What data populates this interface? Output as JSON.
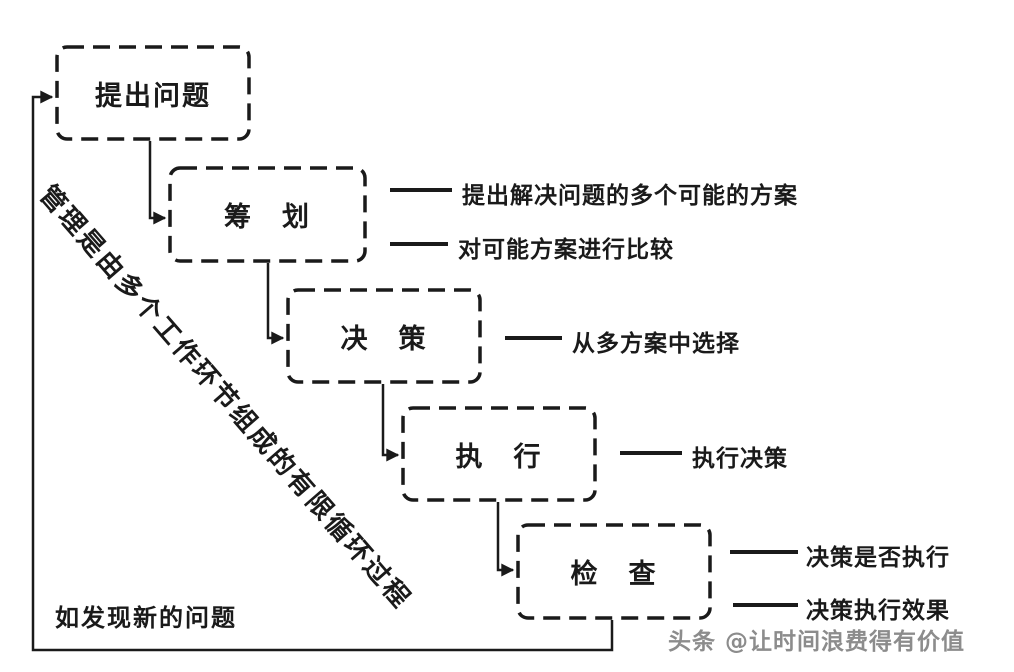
{
  "diagram": {
    "boxes": [
      {
        "label": "提出问题"
      },
      {
        "label": "筹　划"
      },
      {
        "label": "决　策"
      },
      {
        "label": "执　行"
      },
      {
        "label": "检　查"
      }
    ],
    "annotations": [
      {
        "text": "提出解决问题的多个可能的方案"
      },
      {
        "text": "对可能方案进行比较"
      },
      {
        "text": "从多方案中选择"
      },
      {
        "text": "执行决策"
      },
      {
        "text": "决策是否执行"
      },
      {
        "text": "决策执行效果"
      }
    ],
    "diagonal_text": "管理是由多个工作环节组成的有限循环过程",
    "feedback_note": "如发现新的问题",
    "watermark": "头条 @让时间浪费得有价值",
    "colors": {
      "line": "#1a1a1a",
      "text": "#1a1a1a",
      "watermark": "#8c8c8c",
      "background": "#ffffff"
    }
  }
}
